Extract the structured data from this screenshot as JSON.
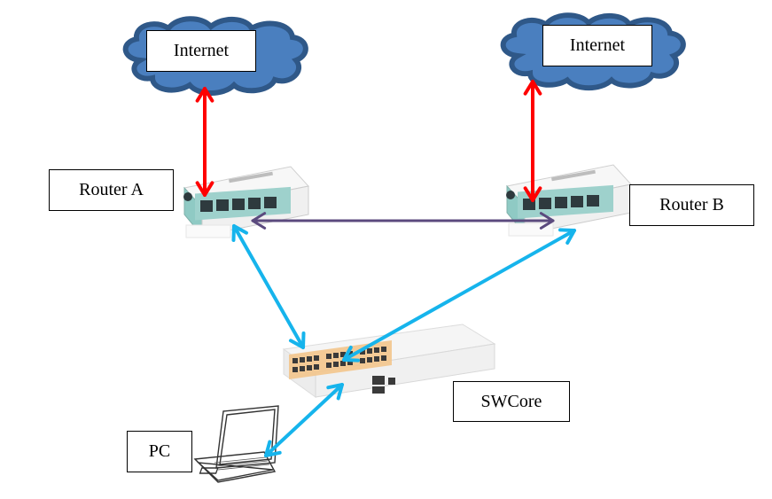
{
  "diagram": {
    "title": "Network topology",
    "colors": {
      "cloud_fill": "#4a7fbf",
      "cloud_stroke": "#2f5888",
      "wan_link": "#ff0000",
      "router_interlink": "#5b4a7e",
      "lan_link": "#16b4ec",
      "router_body": "#f4f4f4",
      "router_panel": "#7fc6c0",
      "switch_body": "#f2f2f2",
      "switch_port_accent": "#f0b060"
    },
    "nodes": {
      "internet_a": {
        "label": "Internet",
        "type": "cloud"
      },
      "internet_b": {
        "label": "Internet",
        "type": "cloud"
      },
      "router_a": {
        "label": "Router A",
        "type": "router"
      },
      "router_b": {
        "label": "Router B",
        "type": "router"
      },
      "swcore": {
        "label": "SWCore",
        "type": "switch"
      },
      "pc": {
        "label": "PC",
        "type": "laptop"
      }
    },
    "links": [
      {
        "from": "internet_a",
        "to": "router_a",
        "kind": "wan",
        "bidirectional": true
      },
      {
        "from": "internet_b",
        "to": "router_b",
        "kind": "wan",
        "bidirectional": true
      },
      {
        "from": "router_a",
        "to": "router_b",
        "kind": "interlink",
        "bidirectional": true
      },
      {
        "from": "router_a",
        "to": "swcore",
        "kind": "lan",
        "bidirectional": true
      },
      {
        "from": "router_b",
        "to": "swcore",
        "kind": "lan",
        "bidirectional": true
      },
      {
        "from": "pc",
        "to": "swcore",
        "kind": "lan",
        "bidirectional": true
      }
    ]
  }
}
